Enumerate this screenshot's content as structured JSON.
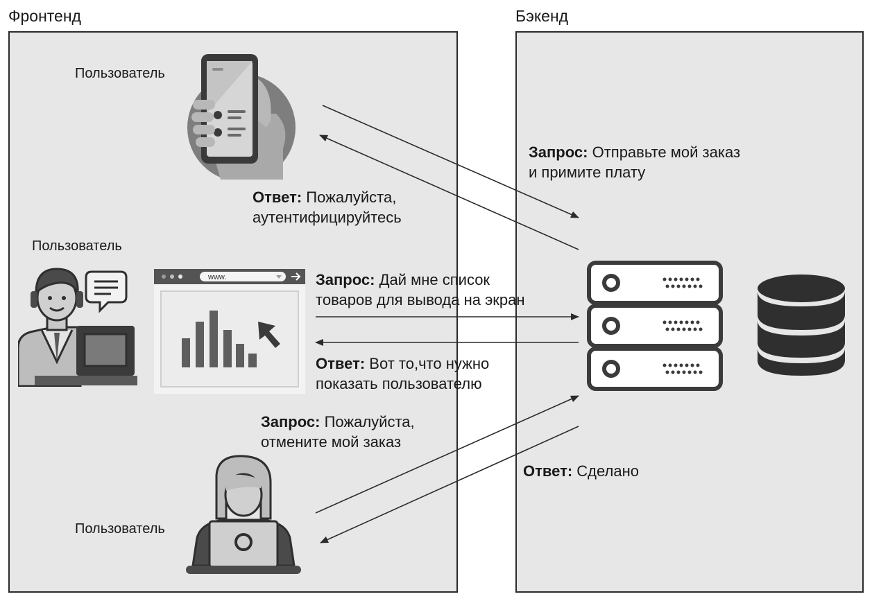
{
  "frontend": {
    "title": "Фронтенд"
  },
  "backend": {
    "title": "Бэкенд"
  },
  "users": {
    "top": "Пользователь",
    "middle": "Пользователь",
    "bottom": "Пользователь"
  },
  "browser": {
    "url": "www."
  },
  "exchanges": {
    "mobile": {
      "request_key": "Запрос:",
      "request_line1": "Отправьте мой заказ",
      "request_line2": "и примите плату",
      "response_key": "Ответ:",
      "response_line1": "Пожалуйста,",
      "response_line2": "аутентифицируйтесь"
    },
    "desktop": {
      "request_key": "Запрос:",
      "request_line1": "Дай мне список",
      "request_line2": "товаров для вывода на экран",
      "response_key": "Ответ:",
      "response_line1": "Вот то,что нужно",
      "response_line2": "показать пользователю"
    },
    "laptop": {
      "request_key": "Запрос:",
      "request_line1": "Пожалуйста,",
      "request_line2": "отмените мой заказ",
      "response_key": "Ответ:",
      "response_line1": "Сделано"
    }
  }
}
